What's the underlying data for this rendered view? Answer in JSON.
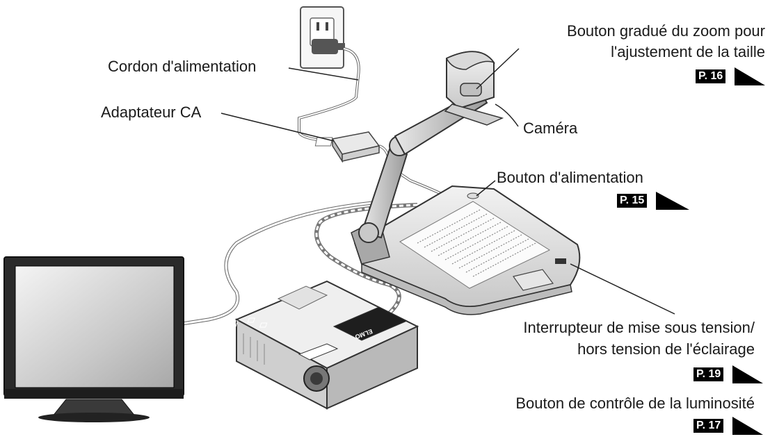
{
  "labels": {
    "zoom_line1": "Bouton gradué du zoom pour",
    "zoom_line2": "l'ajustement de la taille",
    "cord": "Cordon d'alimentation",
    "adapter": "Adaptateur CA",
    "camera": "Caméra",
    "power_button": "Bouton d'alimentation",
    "light_line1": "Interrupteur de mise sous tension/",
    "light_line2": "hors tension de l'éclairage",
    "brightness": "Bouton de contrôle de la luminosité"
  },
  "page_refs": {
    "zoom": "P. 16",
    "power": "P. 15",
    "light": "P. 19",
    "brightness": "P. 17"
  },
  "device_markings": {
    "projector_brand": "ELMO"
  },
  "colors": {
    "text": "#1a1a1a",
    "tag_bg": "#000000",
    "tag_fg": "#ffffff"
  }
}
